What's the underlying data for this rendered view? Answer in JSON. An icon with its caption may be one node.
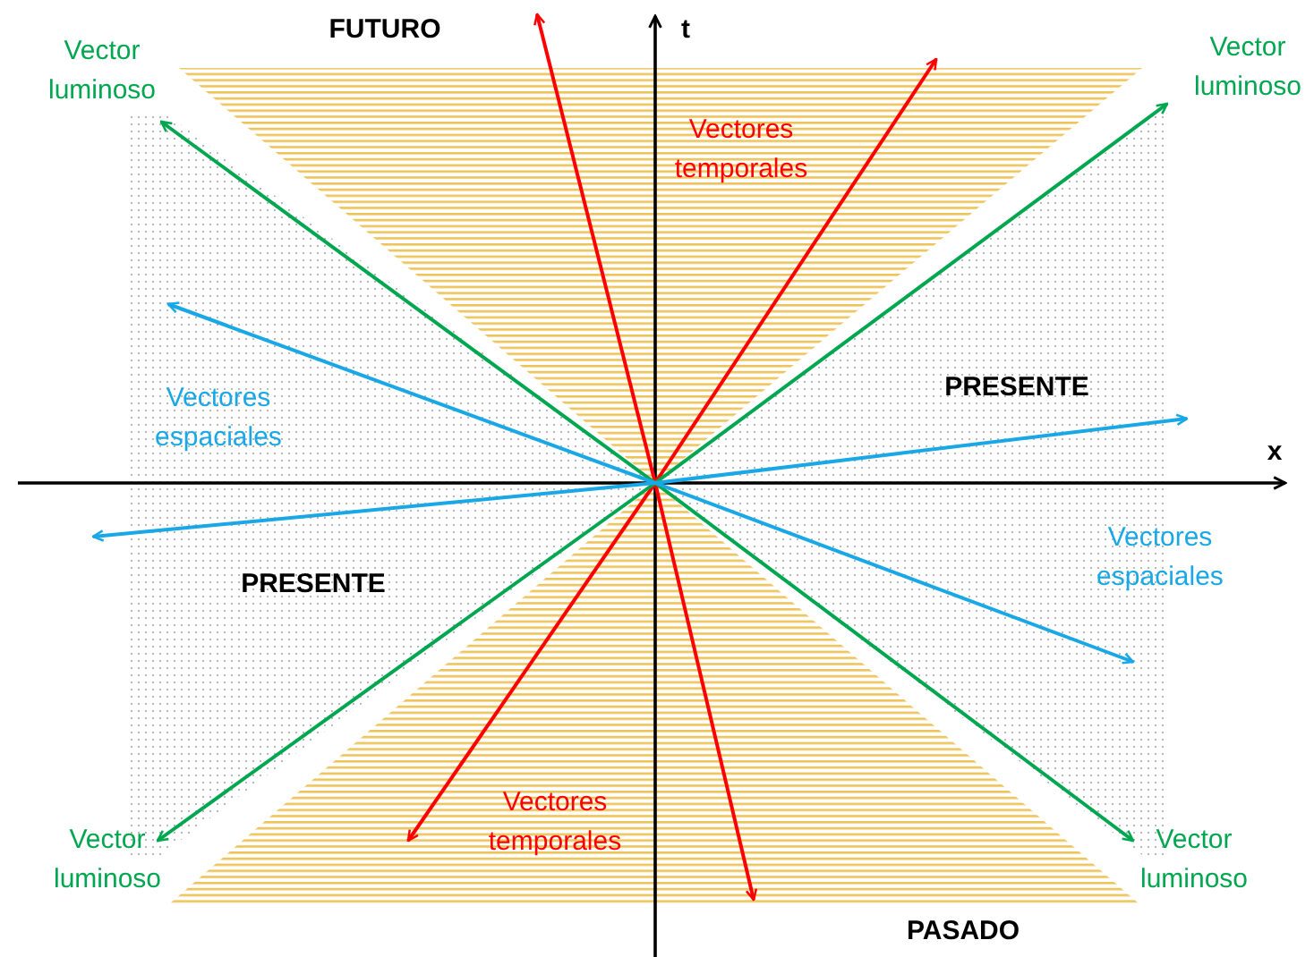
{
  "diagram": {
    "labels": [
      "FUTURO",
      "t",
      "Vector luminoso",
      "Vector luminoso",
      "Vectores temporales",
      "PRESENTE",
      "Vectores espaciales",
      "x",
      "Vectores espaciales",
      "PRESENTE",
      "Vectores temporales",
      "Vector luminoso",
      "Vector luminoso",
      "PASADO"
    ]
  }
}
